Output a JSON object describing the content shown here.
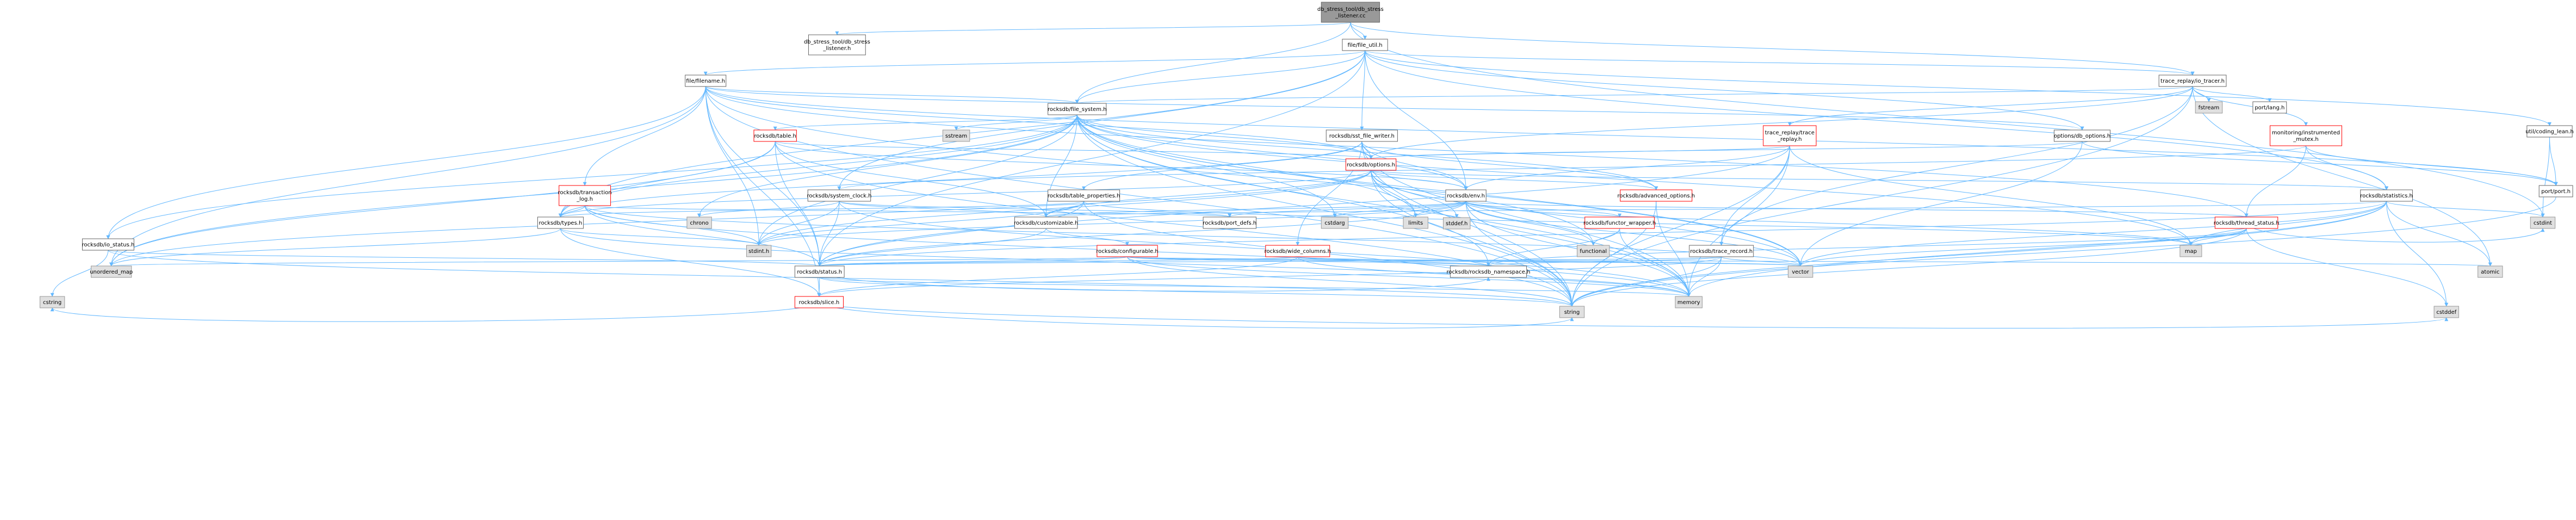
{
  "colors": {
    "root_fill": "#999999",
    "node_fill": "#ffffff",
    "node_border": "#666666",
    "system_fill": "#e0e0e0",
    "system_border": "#999999",
    "linked_border": "#ff0000",
    "edge": "#63b8ff"
  },
  "nodes": [
    {
      "id": "root",
      "lines": [
        "db_stress_tool/db_stress",
        "_listener.cc"
      ],
      "kind": "root"
    },
    {
      "id": "dbsl",
      "lines": [
        "db_stress_tool/db_stress",
        "_listener.h"
      ],
      "kind": "normal"
    },
    {
      "id": "fileutil",
      "lines": [
        "file/file_util.h"
      ],
      "kind": "normal"
    },
    {
      "id": "filename",
      "lines": [
        "file/filename.h"
      ],
      "kind": "normal"
    },
    {
      "id": "tracer",
      "lines": [
        "trace_replay/io_tracer.h"
      ],
      "kind": "normal"
    },
    {
      "id": "filesystem",
      "lines": [
        "rocksdb/file_system.h"
      ],
      "kind": "normal"
    },
    {
      "id": "table",
      "lines": [
        "rocksdb/table.h"
      ],
      "kind": "linked"
    },
    {
      "id": "sstfw",
      "lines": [
        "rocksdb/sst_file_writer.h"
      ],
      "kind": "normal"
    },
    {
      "id": "traceplay",
      "lines": [
        "trace_replay/trace",
        "_replay.h"
      ],
      "kind": "linked"
    },
    {
      "id": "dboptions",
      "lines": [
        "options/db_options.h"
      ],
      "kind": "normal"
    },
    {
      "id": "instmutex",
      "lines": [
        "monitoring/instrumented",
        "_mutex.h"
      ],
      "kind": "linked"
    },
    {
      "id": "codinglean",
      "lines": [
        "util/coding_lean.h"
      ],
      "kind": "normal"
    },
    {
      "id": "options",
      "lines": [
        "rocksdb/options.h"
      ],
      "kind": "linked"
    },
    {
      "id": "translog",
      "lines": [
        "rocksdb/transaction",
        "_log.h"
      ],
      "kind": "linked"
    },
    {
      "id": "sysclock",
      "lines": [
        "rocksdb/system_clock.h"
      ],
      "kind": "normal"
    },
    {
      "id": "tableprop",
      "lines": [
        "rocksdb/table_properties.h"
      ],
      "kind": "normal"
    },
    {
      "id": "env",
      "lines": [
        "rocksdb/env.h"
      ],
      "kind": "normal"
    },
    {
      "id": "advopt",
      "lines": [
        "rocksdb/advanced_options.h"
      ],
      "kind": "linked"
    },
    {
      "id": "statistics",
      "lines": [
        "rocksdb/statistics.h"
      ],
      "kind": "normal"
    },
    {
      "id": "port",
      "lines": [
        "port/port.h"
      ],
      "kind": "normal"
    },
    {
      "id": "types",
      "lines": [
        "rocksdb/types.h"
      ],
      "kind": "normal"
    },
    {
      "id": "customizable",
      "lines": [
        "rocksdb/customizable.h"
      ],
      "kind": "normal"
    },
    {
      "id": "portdefs",
      "lines": [
        "rocksdb/port_defs.h"
      ],
      "kind": "normal"
    },
    {
      "id": "funcwrap",
      "lines": [
        "rocksdb/functor_wrapper.h"
      ],
      "kind": "linked"
    },
    {
      "id": "threadstatus",
      "lines": [
        "rocksdb/thread_status.h"
      ],
      "kind": "linked"
    },
    {
      "id": "iostatus",
      "lines": [
        "rocksdb/io_status.h"
      ],
      "kind": "normal"
    },
    {
      "id": "configurable",
      "lines": [
        "rocksdb/configurable.h"
      ],
      "kind": "linked"
    },
    {
      "id": "widecol",
      "lines": [
        "rocksdb/wide_columns.h"
      ],
      "kind": "linked"
    },
    {
      "id": "tracerec",
      "lines": [
        "rocksdb/trace_record.h"
      ],
      "kind": "normal"
    },
    {
      "id": "status",
      "lines": [
        "rocksdb/status.h"
      ],
      "kind": "normal"
    },
    {
      "id": "nsp",
      "lines": [
        "rocksdb/rocksdb_namespace.h"
      ],
      "kind": "normal"
    },
    {
      "id": "slice",
      "lines": [
        "rocksdb/slice.h"
      ],
      "kind": "linked"
    },
    {
      "id": "fstream",
      "lines": [
        "fstream"
      ],
      "kind": "system"
    },
    {
      "id": "portlang",
      "lines": [
        "port/lang.h"
      ],
      "kind": "normal"
    },
    {
      "id": "sstream",
      "lines": [
        "sstream"
      ],
      "kind": "system"
    },
    {
      "id": "stddefh",
      "lines": [
        "stddef.h"
      ],
      "kind": "system"
    },
    {
      "id": "chrono",
      "lines": [
        "chrono"
      ],
      "kind": "system"
    },
    {
      "id": "cstdarg",
      "lines": [
        "cstdarg"
      ],
      "kind": "system"
    },
    {
      "id": "limits",
      "lines": [
        "limits"
      ],
      "kind": "system"
    },
    {
      "id": "stdint",
      "lines": [
        "stdint.h"
      ],
      "kind": "system"
    },
    {
      "id": "functional",
      "lines": [
        "functional"
      ],
      "kind": "system"
    },
    {
      "id": "map",
      "lines": [
        "map"
      ],
      "kind": "system"
    },
    {
      "id": "cstdint",
      "lines": [
        "cstdint"
      ],
      "kind": "system"
    },
    {
      "id": "atomic",
      "lines": [
        "atomic"
      ],
      "kind": "system"
    },
    {
      "id": "unordered",
      "lines": [
        "unordered_map"
      ],
      "kind": "system"
    },
    {
      "id": "vector",
      "lines": [
        "vector"
      ],
      "kind": "system"
    },
    {
      "id": "memory",
      "lines": [
        "memory"
      ],
      "kind": "system"
    },
    {
      "id": "cstring",
      "lines": [
        "cstring"
      ],
      "kind": "system"
    },
    {
      "id": "string",
      "lines": [
        "string"
      ],
      "kind": "system"
    },
    {
      "id": "cstddef",
      "lines": [
        "cstddef"
      ],
      "kind": "system"
    }
  ],
  "edges": [
    [
      "root",
      "dbsl"
    ],
    [
      "root",
      "fileutil"
    ],
    [
      "root",
      "filesystem"
    ],
    [
      "root",
      "cstdint"
    ],
    [
      "root",
      "tracer"
    ],
    [
      "fileutil",
      "filename"
    ],
    [
      "fileutil",
      "filesystem"
    ],
    [
      "fileutil",
      "sstfw"
    ],
    [
      "fileutil",
      "env"
    ],
    [
      "fileutil",
      "dboptions"
    ],
    [
      "fileutil",
      "tracer"
    ],
    [
      "fileutil",
      "types"
    ],
    [
      "fileutil",
      "status"
    ],
    [
      "fileutil",
      "sysclock"
    ],
    [
      "fileutil",
      "codinglean"
    ],
    [
      "fileutil",
      "statistics"
    ],
    [
      "filename",
      "filesystem"
    ],
    [
      "filename",
      "options"
    ],
    [
      "filename",
      "translog"
    ],
    [
      "filename",
      "iostatus"
    ],
    [
      "filename",
      "status"
    ],
    [
      "filename",
      "string"
    ],
    [
      "filename",
      "unordered"
    ],
    [
      "filename",
      "port"
    ],
    [
      "filename",
      "slice"
    ],
    [
      "filename",
      "dboptions"
    ],
    [
      "filename",
      "threadstatus"
    ],
    [
      "filename",
      "stdint"
    ],
    [
      "filename",
      "vector"
    ],
    [
      "tracer",
      "fstream"
    ],
    [
      "tracer",
      "portlang"
    ],
    [
      "tracer",
      "traceplay"
    ],
    [
      "tracer",
      "instmutex"
    ],
    [
      "tracer",
      "options"
    ],
    [
      "tracer",
      "tracerec"
    ],
    [
      "tracer",
      "filesystem"
    ],
    [
      "tracer",
      "atomic"
    ],
    [
      "tracer",
      "string"
    ],
    [
      "filesystem",
      "table"
    ],
    [
      "filesystem",
      "sstream"
    ],
    [
      "filesystem",
      "chrono"
    ],
    [
      "filesystem",
      "options"
    ],
    [
      "filesystem",
      "env"
    ],
    [
      "filesystem",
      "iostatus"
    ],
    [
      "filesystem",
      "customizable"
    ],
    [
      "filesystem",
      "types"
    ],
    [
      "filesystem",
      "cstdarg"
    ],
    [
      "filesystem",
      "limits"
    ],
    [
      "filesystem",
      "functional"
    ],
    [
      "filesystem",
      "vector"
    ],
    [
      "filesystem",
      "memory"
    ],
    [
      "filesystem",
      "string"
    ],
    [
      "filesystem",
      "unordered"
    ],
    [
      "filesystem",
      "stdint"
    ],
    [
      "filesystem",
      "advopt"
    ],
    [
      "filesystem",
      "nsp"
    ],
    [
      "filesystem",
      "map"
    ],
    [
      "table",
      "options"
    ],
    [
      "table",
      "customizable"
    ],
    [
      "table",
      "env"
    ],
    [
      "table",
      "types"
    ],
    [
      "table",
      "status"
    ],
    [
      "table",
      "unordered"
    ],
    [
      "table",
      "string"
    ],
    [
      "sstfw",
      "options"
    ],
    [
      "sstfw",
      "env"
    ],
    [
      "sstfw",
      "tableprop"
    ],
    [
      "sstfw",
      "types"
    ],
    [
      "sstfw",
      "widecol"
    ],
    [
      "sstfw",
      "advopt"
    ],
    [
      "sstfw",
      "memory"
    ],
    [
      "sstfw",
      "string"
    ],
    [
      "traceplay",
      "options"
    ],
    [
      "traceplay",
      "env"
    ],
    [
      "traceplay",
      "tracerec"
    ],
    [
      "traceplay",
      "status"
    ],
    [
      "traceplay",
      "map"
    ],
    [
      "traceplay",
      "memory"
    ],
    [
      "traceplay",
      "string"
    ],
    [
      "dboptions",
      "options"
    ],
    [
      "dboptions",
      "port"
    ],
    [
      "dboptions",
      "vector"
    ],
    [
      "instmutex",
      "statistics"
    ],
    [
      "instmutex",
      "threadstatus"
    ],
    [
      "instmutex",
      "sysclock"
    ],
    [
      "instmutex",
      "port"
    ],
    [
      "codinglean",
      "port"
    ],
    [
      "codinglean",
      "cstdint"
    ],
    [
      "options",
      "stddefh"
    ],
    [
      "options",
      "env"
    ],
    [
      "options",
      "advopt"
    ],
    [
      "options",
      "types"
    ],
    [
      "options",
      "customizable"
    ],
    [
      "options",
      "unordered"
    ],
    [
      "options",
      "vector"
    ],
    [
      "options",
      "memory"
    ],
    [
      "options",
      "string"
    ],
    [
      "options",
      "statistics"
    ],
    [
      "options",
      "limits"
    ],
    [
      "options",
      "stdint"
    ],
    [
      "translog",
      "status"
    ],
    [
      "translog",
      "types"
    ],
    [
      "translog",
      "stdint"
    ],
    [
      "translog",
      "memory"
    ],
    [
      "translog",
      "vector"
    ],
    [
      "translog",
      "portdefs"
    ],
    [
      "sysclock",
      "customizable"
    ],
    [
      "sysclock",
      "portdefs"
    ],
    [
      "sysclock",
      "chrono"
    ],
    [
      "sysclock",
      "stdint"
    ],
    [
      "sysclock",
      "memory"
    ],
    [
      "sysclock",
      "status"
    ],
    [
      "tableprop",
      "customizable"
    ],
    [
      "tableprop",
      "status"
    ],
    [
      "tableprop",
      "types"
    ],
    [
      "tableprop",
      "map"
    ],
    [
      "tableprop",
      "string"
    ],
    [
      "tableprop",
      "stdint"
    ],
    [
      "env",
      "customizable"
    ],
    [
      "env",
      "functional"
    ],
    [
      "env",
      "funcwrap"
    ],
    [
      "env",
      "status"
    ],
    [
      "env",
      "threadstatus"
    ],
    [
      "env",
      "portdefs"
    ],
    [
      "env",
      "cstdarg"
    ],
    [
      "env",
      "limits"
    ],
    [
      "env",
      "vector"
    ],
    [
      "env",
      "memory"
    ],
    [
      "env",
      "string"
    ],
    [
      "env",
      "stdint"
    ],
    [
      "env",
      "map"
    ],
    [
      "advopt",
      "memory"
    ],
    [
      "advopt",
      "string"
    ],
    [
      "statistics",
      "cstdint"
    ],
    [
      "statistics",
      "map"
    ],
    [
      "statistics",
      "atomic"
    ],
    [
      "statistics",
      "customizable"
    ],
    [
      "statistics",
      "status"
    ],
    [
      "statistics",
      "memory"
    ],
    [
      "statistics",
      "string"
    ],
    [
      "statistics",
      "vector"
    ],
    [
      "statistics",
      "cstddef"
    ],
    [
      "port",
      "string"
    ],
    [
      "types",
      "stdint"
    ],
    [
      "types",
      "slice"
    ],
    [
      "types",
      "memory"
    ],
    [
      "types",
      "unordered"
    ],
    [
      "customizable",
      "configurable"
    ],
    [
      "customizable",
      "status"
    ],
    [
      "funcwrap",
      "functional"
    ],
    [
      "funcwrap",
      "memory"
    ],
    [
      "funcwrap",
      "nsp"
    ],
    [
      "threadstatus",
      "cstddef"
    ],
    [
      "threadstatus",
      "cstdint"
    ],
    [
      "threadstatus",
      "map"
    ],
    [
      "threadstatus",
      "string"
    ],
    [
      "threadstatus",
      "vector"
    ],
    [
      "threadstatus",
      "nsp"
    ],
    [
      "iostatus",
      "status"
    ],
    [
      "iostatus",
      "string"
    ],
    [
      "iostatus",
      "cstring"
    ],
    [
      "configurable",
      "status"
    ],
    [
      "configurable",
      "atomic"
    ],
    [
      "configurable",
      "nsp"
    ],
    [
      "configurable",
      "memory"
    ],
    [
      "configurable",
      "string"
    ],
    [
      "configurable",
      "unordered"
    ],
    [
      "configurable",
      "vector"
    ],
    [
      "widecol",
      "status"
    ],
    [
      "widecol",
      "slice"
    ],
    [
      "widecol",
      "nsp"
    ],
    [
      "widecol",
      "vector"
    ],
    [
      "widecol",
      "memory"
    ],
    [
      "tracerec",
      "status"
    ],
    [
      "tracerec",
      "slice"
    ],
    [
      "tracerec",
      "nsp"
    ],
    [
      "tracerec",
      "memory"
    ],
    [
      "tracerec",
      "string"
    ],
    [
      "tracerec",
      "vector"
    ],
    [
      "status",
      "slice"
    ],
    [
      "status",
      "nsp"
    ],
    [
      "status",
      "memory"
    ],
    [
      "status",
      "string"
    ],
    [
      "slice",
      "string"
    ],
    [
      "slice",
      "cstring"
    ],
    [
      "slice",
      "cstddef"
    ]
  ]
}
